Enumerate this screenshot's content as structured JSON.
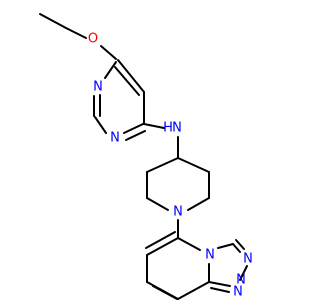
{
  "molecule": {
    "atoms": {
      "ether_o": {
        "symbol": "O",
        "color": "#ff0000"
      },
      "pyrimidine_n1": {
        "symbol": "N",
        "color": "#0000ff"
      },
      "pyrimidine_n3": {
        "symbol": "N",
        "color": "#0000ff"
      },
      "amine_n": {
        "symbol": "N",
        "color": "#0000ff"
      },
      "amine_h": {
        "symbol": "H",
        "color": "#0000ff"
      },
      "piperidine_n": {
        "symbol": "N",
        "color": "#0000ff"
      },
      "bridgehead_n": {
        "symbol": "N",
        "color": "#0000ff"
      },
      "triazole_n_top": {
        "symbol": "N",
        "color": "#0000ff"
      },
      "triazole_n_a": {
        "symbol": "N",
        "color": "#0000ff"
      },
      "triazole_n_b": {
        "symbol": "N",
        "color": "#0000ff"
      }
    },
    "bond_color": "#000000"
  }
}
